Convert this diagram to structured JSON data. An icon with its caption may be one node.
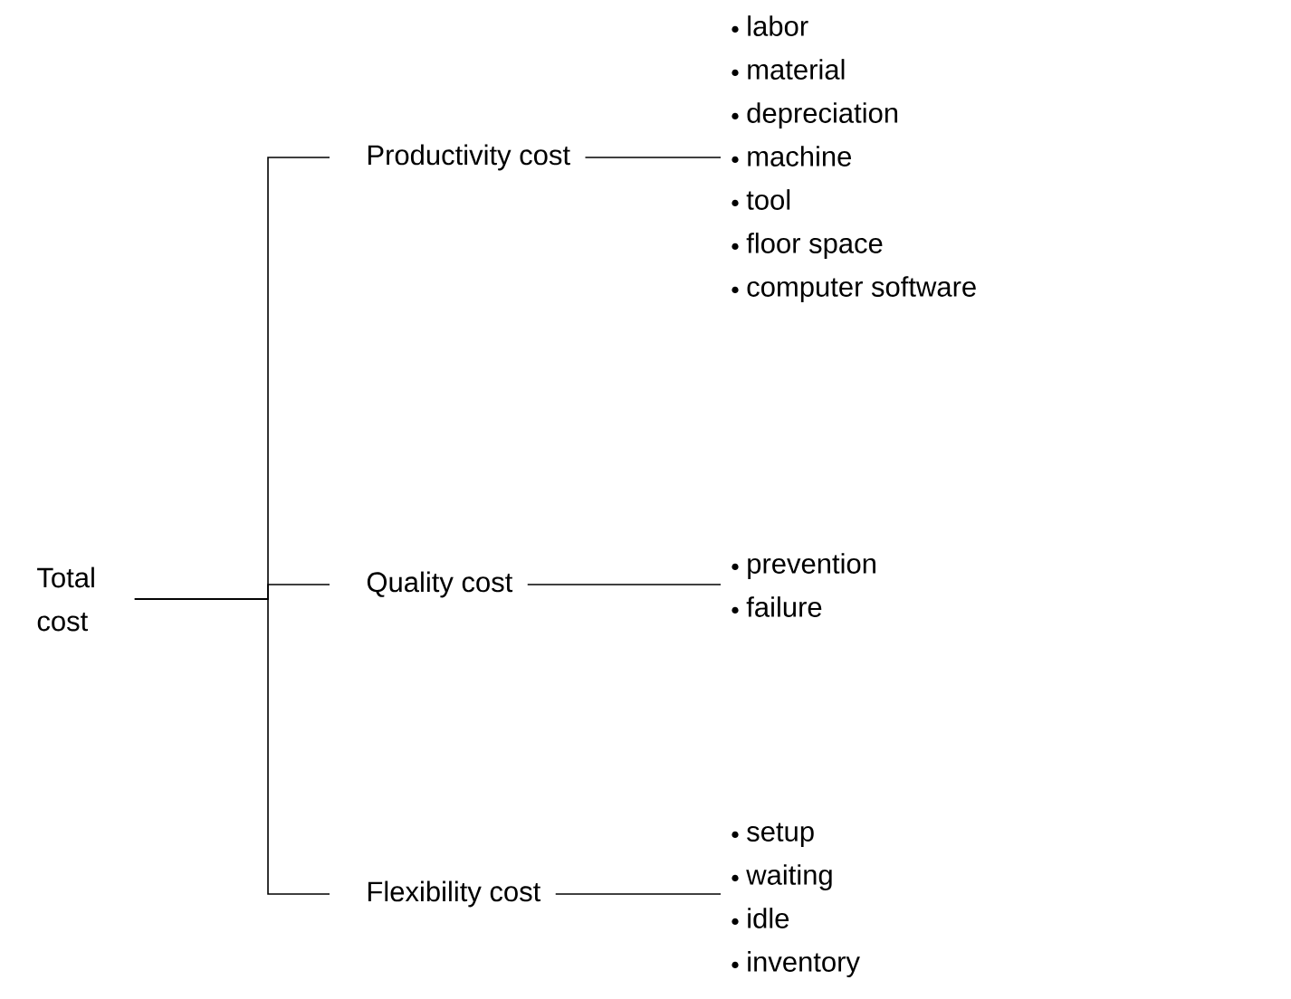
{
  "diagram": {
    "nodes": [
      {
        "text": [
          "Total cost"
        ]
      },
      {
        "text": [
          "Productivity cost"
        ]
      },
      {
        "text": [
          "Quality cost"
        ]
      },
      {
        "text": [
          "Flexibility cost"
        ]
      },
      {
        "text": [
          "labor",
          "material",
          "depreciation",
          "machine",
          "tool",
          "floor space",
          "computer software"
        ]
      },
      {
        "text": [
          "prevention",
          "failure"
        ]
      },
      {
        "text": [
          "setup",
          "waiting",
          "idle",
          "inventory"
        ]
      }
    ],
    "edges": [
      {
        "from": 0,
        "to": 1,
        "arrow": "none"
      },
      {
        "from": 0,
        "to": 2,
        "arrow": "none"
      },
      {
        "from": 0,
        "to": 3,
        "arrow": "none"
      },
      {
        "from": 1,
        "to": 4,
        "arrow": "none"
      },
      {
        "from": 2,
        "to": 5,
        "arrow": "none"
      },
      {
        "from": 3,
        "to": 6,
        "arrow": "none"
      }
    ]
  }
}
